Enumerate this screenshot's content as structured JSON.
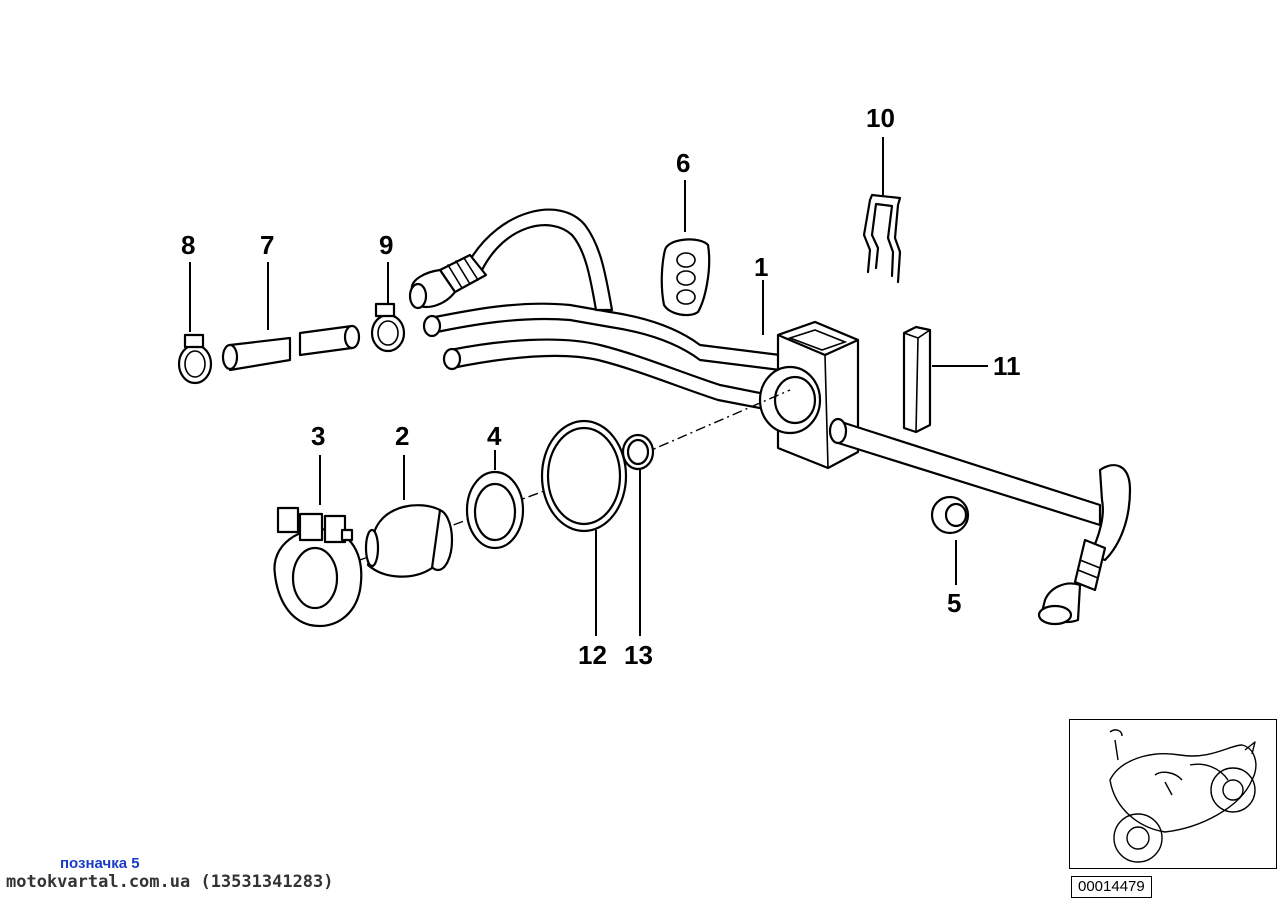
{
  "callouts": {
    "c1": "1",
    "c2": "2",
    "c3": "3",
    "c4": "4",
    "c5": "5",
    "c6": "6",
    "c7": "7",
    "c8": "8",
    "c9": "9",
    "c10": "10",
    "c11": "11",
    "c12": "12",
    "c13": "13"
  },
  "caption": "позначка 5",
  "watermark": "motokvartal.com.ua (13531341283)",
  "reference_number": "00014479",
  "colors": {
    "caption": "#1a3cc4",
    "ink": "#000000",
    "background": "#ffffff"
  }
}
